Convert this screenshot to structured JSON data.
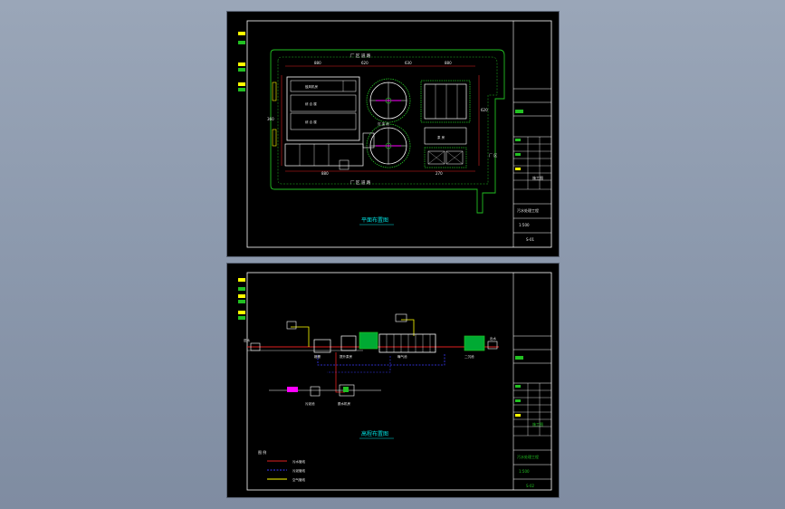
{
  "colors": {
    "background": "#8d9aae",
    "sheet": "#000000",
    "frame": "#ffffff",
    "road": "#22c022",
    "building": "#ffffff",
    "dimension": "#e02020",
    "pipe_sludge": "#ffff00",
    "pipe_water": "#e02020",
    "pipe_return": "#3a3aff",
    "accent_magenta": "#ff00ff",
    "accent_cyan": "#00e0e0"
  },
  "top_sheet": {
    "title": "平面布置图",
    "labels": {
      "gate_north": "厂 区 道 路",
      "gate_south": "厂 区 道 路",
      "east_road": "厂 区",
      "building_a": "鼓风机房",
      "building_b": "综 合 楼",
      "building_c": "综 合 楼",
      "tank_label": "沉 淀 池",
      "pump_label": "泵 房"
    },
    "dims": {
      "top_1": "880",
      "top_2": "620",
      "top_3": "630",
      "top_4": "880",
      "side_1": "360",
      "side_2": "620",
      "bottom_1": "880",
      "bottom_2": "270"
    },
    "title_block": {
      "drawing_no": "S-01",
      "project": "污水处理工程",
      "scale": "1:500",
      "stage": "施工图"
    }
  },
  "bottom_sheet": {
    "title": "高程布置图",
    "legend_header": "图 例",
    "legend": [
      {
        "label": "污水管线",
        "color": "#e02020"
      },
      {
        "label": "污泥管线",
        "color": "#3a3aff"
      },
      {
        "label": "空气管线",
        "color": "#ffff00"
      }
    ],
    "process_labels": {
      "inlet": "进水",
      "grit": "格栅",
      "pump": "提升泵房",
      "aeration": "曝气池",
      "settling": "二沉池",
      "outlet": "出水",
      "sludge_tank": "污泥池",
      "dewater": "脱水机房"
    },
    "title_block": {
      "drawing_no": "S-02",
      "project": "污水处理工程",
      "scale": "1:500",
      "stage": "施工图"
    }
  }
}
